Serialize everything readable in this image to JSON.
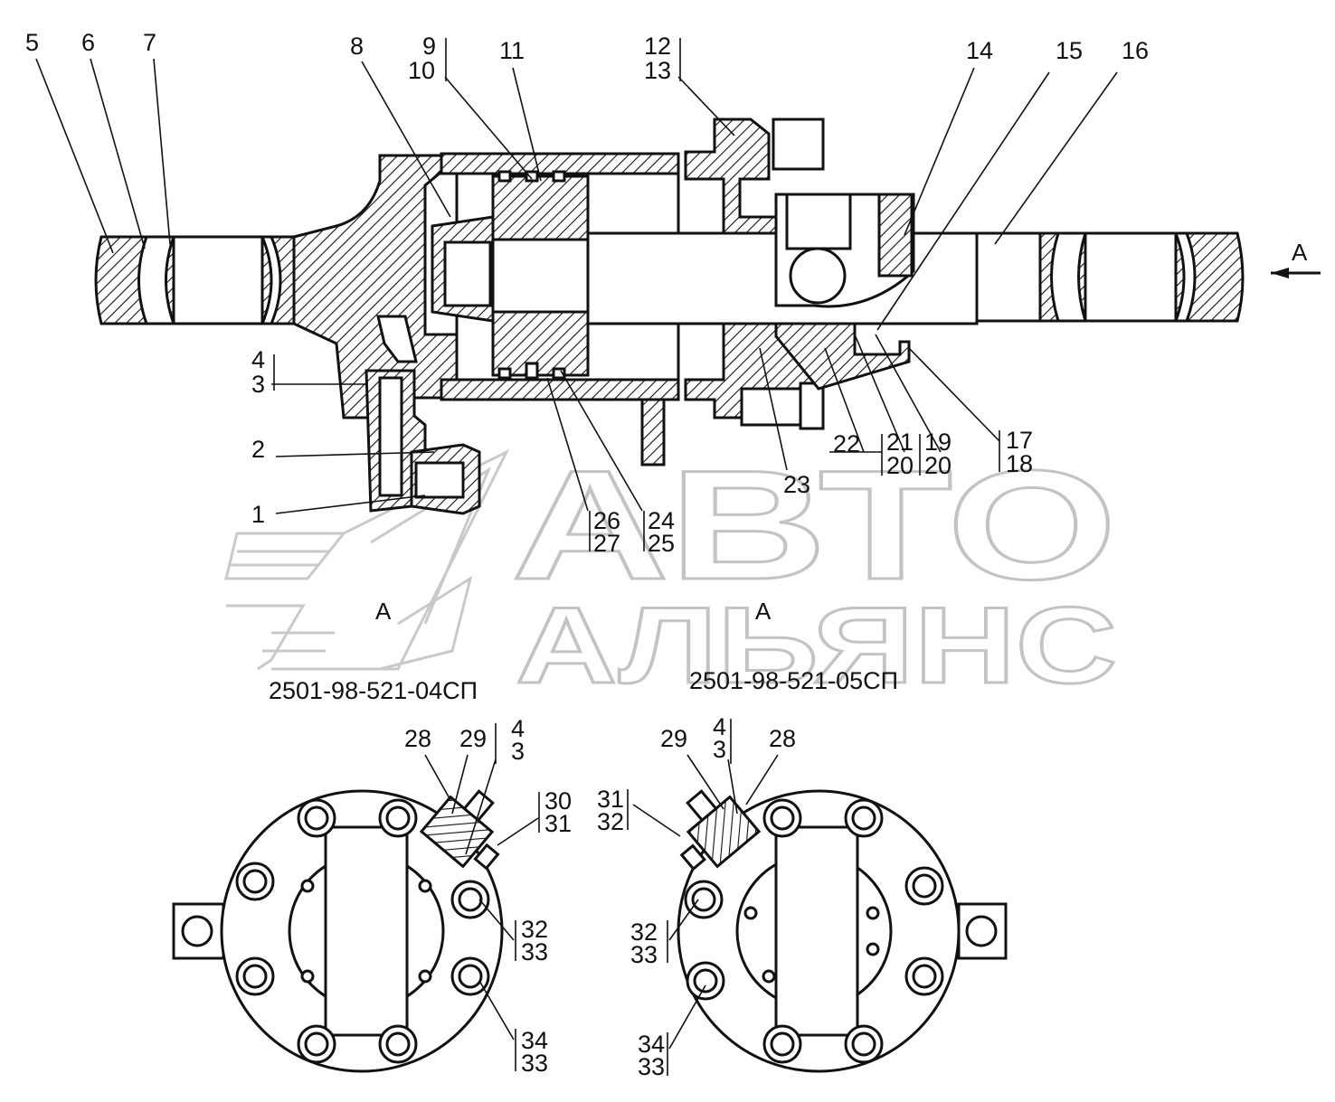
{
  "callouts": {
    "c1": "1",
    "c2": "2",
    "c3": "3",
    "c4": "4",
    "c5": "5",
    "c6": "6",
    "c7": "7",
    "c8": "8",
    "c9": "9",
    "c10": "10",
    "c11": "11",
    "c12": "12",
    "c13": "13",
    "c14": "14",
    "c15": "15",
    "c16": "16",
    "c17": "17",
    "c18": "18",
    "c19": "19",
    "c20": "20",
    "c21": "21",
    "c22": "22",
    "c23": "23",
    "c24": "24",
    "c25": "25",
    "c26": "26",
    "c27": "27",
    "l28": "28",
    "l29": "29",
    "l30": "30",
    "l31": "31",
    "l32": "32",
    "l33": "33",
    "l34": "34",
    "r28": "28",
    "r29": "29",
    "r31": "31",
    "r32": "32",
    "r33": "33",
    "r34": "34",
    "l4": "4",
    "l3": "3",
    "r4": "4",
    "r3": "3"
  },
  "view_marks": {
    "main_arrow": "A",
    "left_view": "A",
    "right_view": "A"
  },
  "designations": {
    "left": "2501-98-521-04СП",
    "right": "2501-98-521-05СП"
  },
  "watermark": {
    "line1": "АВТО",
    "line2": "АЛЬЯНС"
  }
}
